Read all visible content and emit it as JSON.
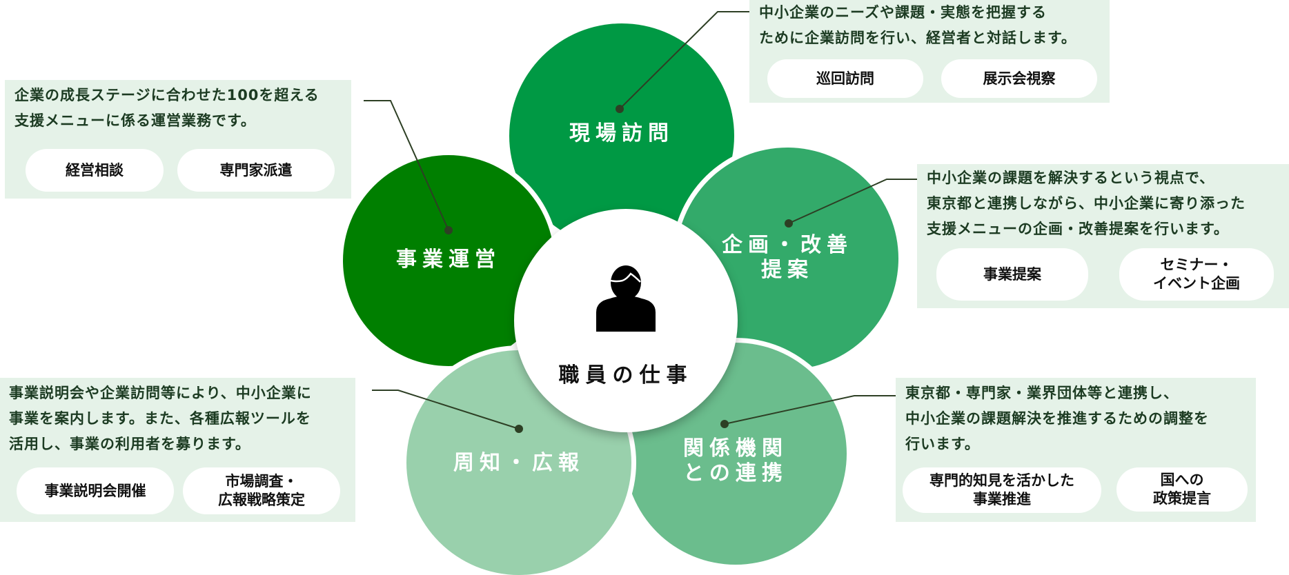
{
  "center": {
    "title": "職員の仕事",
    "icon": "person-icon"
  },
  "colors": {
    "business_operation": "#007f00",
    "site_visit": "#009944",
    "planning": "#33aa6a",
    "publicity": "#99d0ac",
    "partnership": "#6bbd8d",
    "box_background": "#e5f2e8",
    "box_text": "#1c3b22",
    "leader_line": "#2d3f24"
  },
  "petals": {
    "business_operation": {
      "label": "事業運営",
      "description": "企業の成長ステージに合わせた100を超える\n支援メニューに係る運営業務です。",
      "tags": [
        "経営相談",
        "専門家派遣"
      ]
    },
    "site_visit": {
      "label": "現場訪問",
      "description": "中小企業のニーズや課題・実態を把握する\nために企業訪問を行い、経営者と対話します。",
      "tags": [
        "巡回訪問",
        "展示会視察"
      ]
    },
    "planning": {
      "label": "企画・改善\n提案",
      "description": "中小企業の課題を解決するという視点で、\n東京都と連携しながら、中小企業に寄り添った\n支援メニューの企画・改善提案を行います。",
      "tags": [
        "事業提案",
        "セミナー・\nイベント企画"
      ]
    },
    "publicity": {
      "label": "周知・広報",
      "description": "事業説明会や企業訪問等により、中小企業に\n事業を案内します。また、各種広報ツールを\n活用し、事業の利用者を募ります。",
      "tags": [
        "事業説明会開催",
        "市場調査・\n広報戦略策定"
      ]
    },
    "partnership": {
      "label": "関係機関\nとの連携",
      "description": "東京都・専門家・業界団体等と連携し、\n中小企業の課題解決を推進するための調整を\n行います。",
      "tags": [
        "専門的知見を活かした\n事業推進",
        "国への\n政策提言"
      ]
    }
  }
}
